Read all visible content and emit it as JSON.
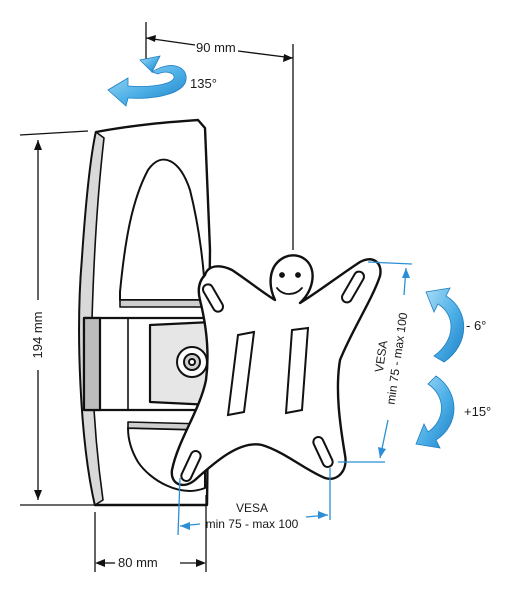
{
  "dimensions": {
    "top_width": "90 mm",
    "height": "194 mm",
    "bottom_width": "80 mm"
  },
  "rotation": {
    "swivel": "135°",
    "tilt_up": "- 6°",
    "tilt_down": "+15°"
  },
  "vesa_right": {
    "title": "VESA",
    "range": "min 75 - max 100"
  },
  "vesa_bottom": {
    "title": "VESA",
    "range": "min 75 - max 100"
  },
  "colors": {
    "outline": "#111111",
    "accent_blue": "#2a8fd6",
    "arrow_blue": "#5ab4e8"
  }
}
